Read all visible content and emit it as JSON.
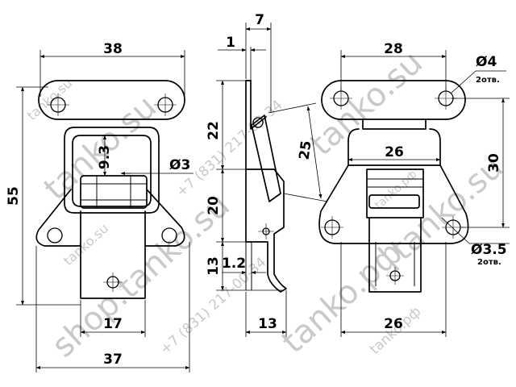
{
  "watermarks": {
    "site_small": "tanko.su",
    "phone": "+7 (831) 217-00-34",
    "site_ru": "tanko.рф",
    "site_shop": "shop.tanko.su"
  },
  "dimensions": {
    "left_width_top": "38",
    "left_height": "55",
    "left_inner": "9.3",
    "left_hole": "Ø3",
    "left_bottom_inner": "17",
    "left_bottom_total": "37",
    "side_top": "7",
    "side_thickness": "1",
    "side_upper": "22",
    "side_angle_len": "25",
    "side_middle": "20",
    "side_lower": "13",
    "side_offset": "1.2",
    "side_bottom": "13",
    "right_width_top": "28",
    "right_hole_big": "Ø4",
    "right_hole_big_count": "2отв.",
    "right_height": "30",
    "right_inner_width": "26",
    "right_hole_small": "Ø3.5",
    "right_hole_small_count": "2отв.",
    "right_bottom_width": "26"
  },
  "colors": {
    "line": "#000000",
    "watermark": "#c9c9c9",
    "background": "#ffffff"
  }
}
